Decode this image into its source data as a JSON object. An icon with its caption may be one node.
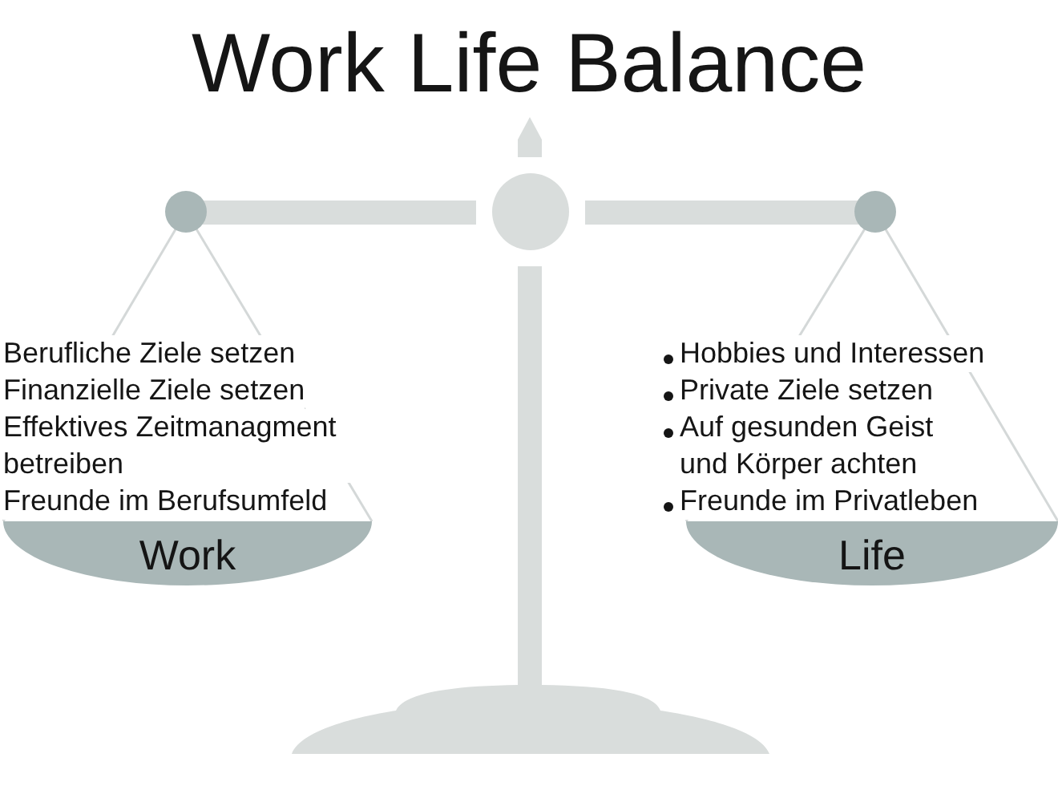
{
  "diagram": {
    "title": "Work Life Balance",
    "nodes": [
      {
        "text": [
          "Work"
        ],
        "beside": [
          "Berufliche Ziele setzen",
          "Finanzielle Ziele setzen",
          "Effektives Zeitmanagment betreiben",
          "Freunde im Berufsumfeld"
        ]
      },
      {
        "text": [
          "Life"
        ],
        "beside": [
          "Hobbies und Interessen",
          "Private Ziele setzen",
          "Auf gesunden Geist und Körper achten",
          "Freunde im Privatleben"
        ]
      }
    ]
  }
}
